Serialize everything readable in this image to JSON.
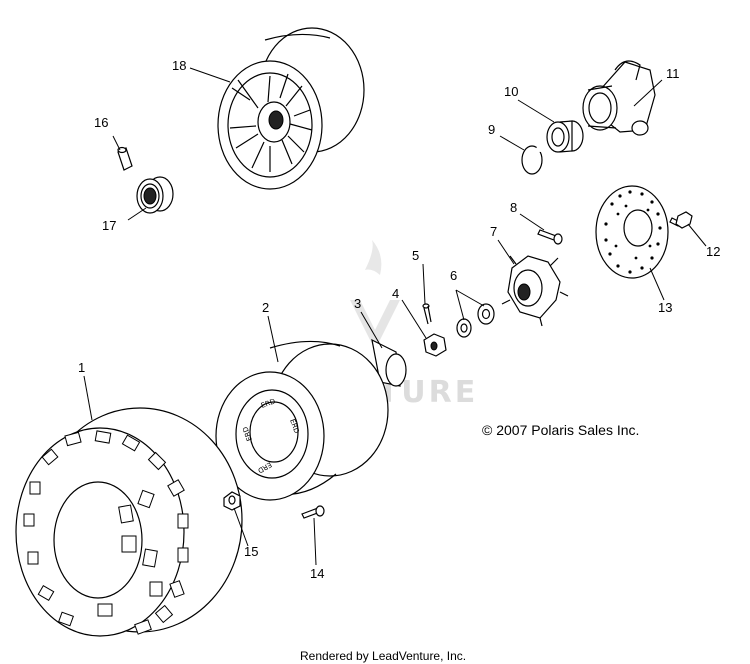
{
  "callouts": {
    "c1": "1",
    "c2": "2",
    "c3": "3",
    "c4": "4",
    "c5": "5",
    "c6": "6",
    "c7": "7",
    "c8": "8",
    "c9": "9",
    "c10": "10",
    "c11": "11",
    "c12": "12",
    "c13": "13",
    "c14": "14",
    "c15": "15",
    "c16": "16",
    "c17": "17",
    "c18": "18"
  },
  "copyright": "© 2007 Polaris Sales Inc.",
  "credit": "Rendered by LeadVenture, Inc.",
  "watermark": "VENTURE"
}
